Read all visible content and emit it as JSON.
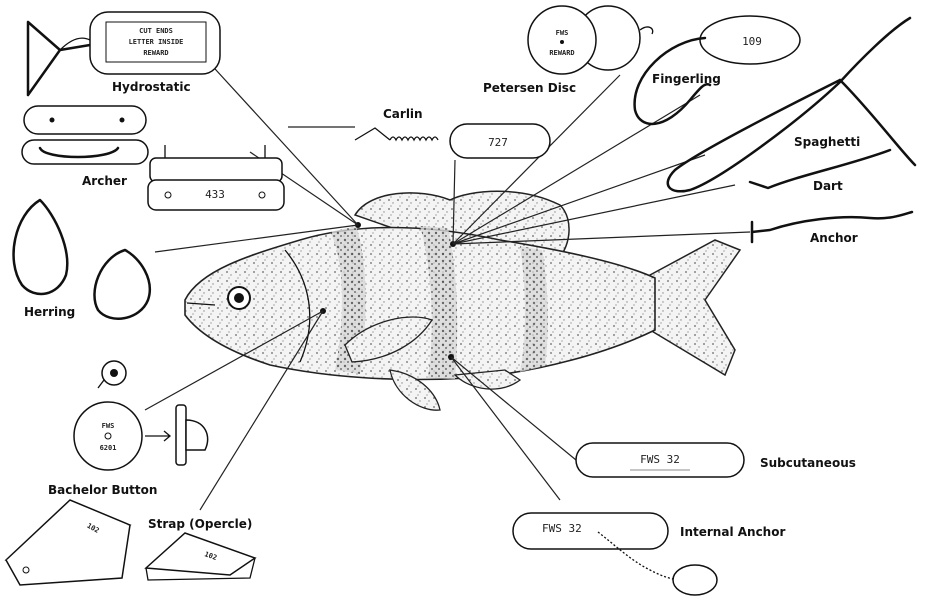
{
  "labels": {
    "hydrostatic": "Hydrostatic",
    "carlin": "Carlin",
    "petersen_disc": "Petersen Disc",
    "fingerling": "Fingerling",
    "spaghetti": "Spaghetti",
    "archer": "Archer",
    "dart": "Dart",
    "anchor": "Anchor",
    "herring": "Herring",
    "bachelor_button": "Bachelor Button",
    "strap_opercle": "Strap (Opercle)",
    "subcutaneous": "Subcutaneous",
    "internal_anchor": "Internal Anchor"
  },
  "tag_text": {
    "hydrostatic_line1": "CUT ENDS",
    "hydrostatic_line2": "LETTER INSIDE",
    "hydrostatic_line3": "REWARD",
    "carlin_number": "727",
    "archer_number": "433",
    "petersen_line1": "FWS",
    "petersen_line2": "REWARD",
    "fingerling_number": "109",
    "bachelor_line1": "FWS",
    "bachelor_line2": "6201",
    "strap_number": "102",
    "subcutaneous_text": "FWS 32",
    "internal_anchor_text": "FWS 32"
  }
}
